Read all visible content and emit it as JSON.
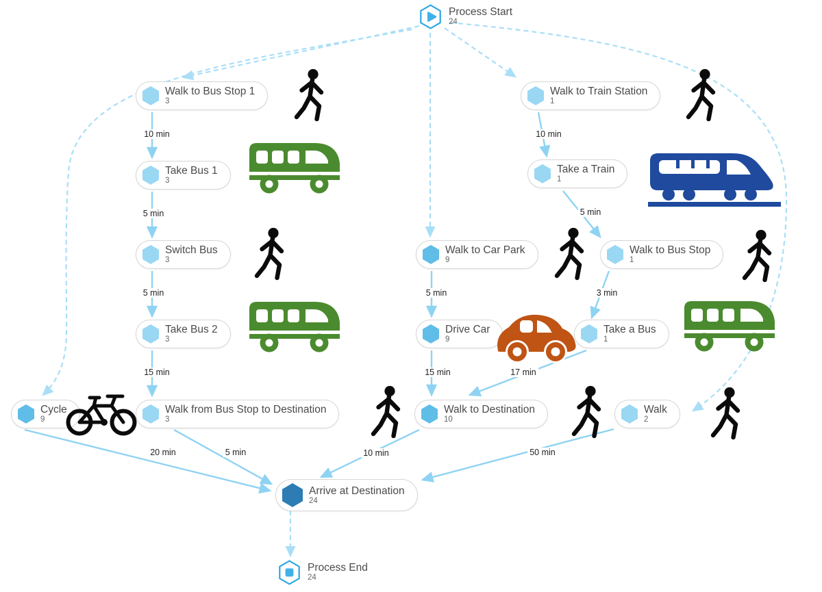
{
  "colors": {
    "edge-solid": "#8fd3f2",
    "edge-dashed": "#a9def7",
    "hex-light": "#9ad7f3",
    "hex-mid": "#5fbde8",
    "hex-dark": "#2d7cb4",
    "terminal-outline": "#2ea7e4",
    "terminal-fill": "#41b1e8",
    "node-border": "#d6d6d6",
    "label-text": "#4a4a4a",
    "count-text": "#666666",
    "edge-label-text": "#222222",
    "bus-green": "#4b8b2f",
    "train-blue": "#1f4a9e",
    "car-orange": "#bf5414",
    "icon-black": "#0b0b0b"
  },
  "start": {
    "label": "Process Start",
    "count": "24"
  },
  "end": {
    "label": "Process End",
    "count": "24"
  },
  "nodes": [
    {
      "label": "Walk to Bus Stop 1",
      "count": "3"
    },
    {
      "label": "Take Bus 1",
      "count": "3"
    },
    {
      "label": "Switch Bus",
      "count": "3"
    },
    {
      "label": "Take Bus 2",
      "count": "3"
    },
    {
      "label": "Walk from Bus Stop to Destination",
      "count": "3"
    },
    {
      "label": "Cycle",
      "count": "9"
    },
    {
      "label": "Walk to Train Station",
      "count": "1"
    },
    {
      "label": "Take a Train",
      "count": "1"
    },
    {
      "label": "Walk to Car Park",
      "count": "9"
    },
    {
      "label": "Walk to Bus Stop",
      "count": "1"
    },
    {
      "label": "Drive Car",
      "count": "9"
    },
    {
      "label": "Take a Bus",
      "count": "1"
    },
    {
      "label": "Walk to Destination",
      "count": "10"
    },
    {
      "label": "Walk",
      "count": "2"
    },
    {
      "label": "Arrive at Destination",
      "count": "24"
    }
  ],
  "edges": [
    {
      "from": "Walk to Bus Stop 1",
      "to": "Take Bus 1",
      "duration": "10 min"
    },
    {
      "from": "Take Bus 1",
      "to": "Switch Bus",
      "duration": "5 min"
    },
    {
      "from": "Switch Bus",
      "to": "Take Bus 2",
      "duration": "5 min"
    },
    {
      "from": "Take Bus 2",
      "to": "Walk from Bus Stop to Destination",
      "duration": "15 min"
    },
    {
      "from": "Walk from Bus Stop to Destination",
      "to": "Arrive at Destination",
      "duration": "5 min"
    },
    {
      "from": "Cycle",
      "to": "Arrive at Destination",
      "duration": "20 min"
    },
    {
      "from": "Walk to Train Station",
      "to": "Take a Train",
      "duration": "10 min"
    },
    {
      "from": "Take a Train",
      "to": "Walk to Bus Stop",
      "duration": "5 min"
    },
    {
      "from": "Walk to Bus Stop",
      "to": "Take a Bus",
      "duration": "3 min"
    },
    {
      "from": "Walk to Car Park",
      "to": "Drive Car",
      "duration": "5 min"
    },
    {
      "from": "Drive Car",
      "to": "Walk to Destination",
      "duration": "15 min"
    },
    {
      "from": "Take a Bus",
      "to": "Walk to Destination",
      "duration": "17 min"
    },
    {
      "from": "Walk to Destination",
      "to": "Arrive at Destination",
      "duration": "10 min"
    },
    {
      "from": "Walk",
      "to": "Arrive at Destination",
      "duration": "50 min"
    }
  ],
  "dashed_edges": [
    {
      "from": "Process Start",
      "to": "Walk to Bus Stop 1"
    },
    {
      "from": "Process Start",
      "to": "Cycle"
    },
    {
      "from": "Process Start",
      "to": "Walk to Car Park"
    },
    {
      "from": "Process Start",
      "to": "Walk to Train Station"
    },
    {
      "from": "Process Start",
      "to": "Walk"
    },
    {
      "from": "Arrive at Destination",
      "to": "Process End"
    }
  ],
  "icons": {
    "start": "play-icon",
    "end": "stop-icon",
    "activity": "hexagon-icon",
    "walk": "walking-person-icon",
    "bus": "bus-icon",
    "train": "train-icon",
    "car": "car-icon",
    "cycle": "bicycle-icon"
  }
}
